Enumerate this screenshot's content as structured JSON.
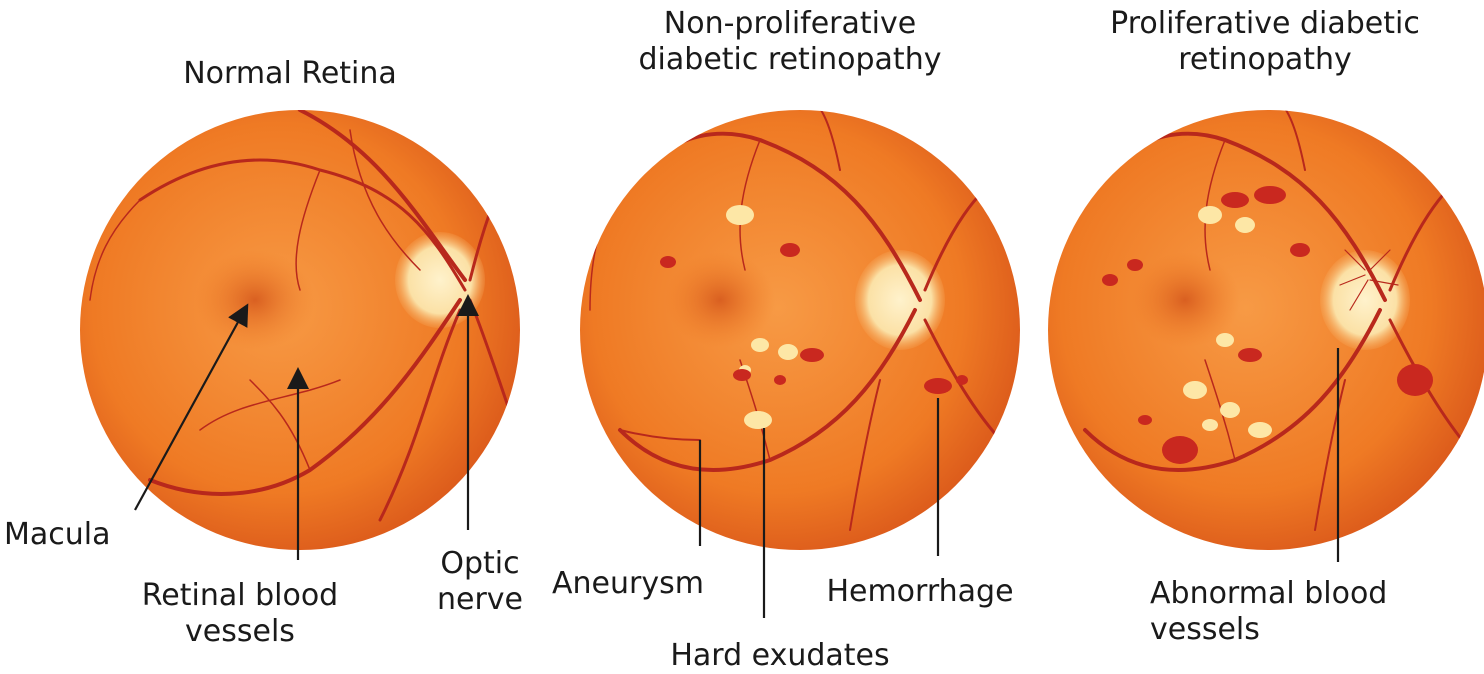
{
  "panels": [
    {
      "title": [
        "Normal Retina"
      ],
      "labels": {
        "macula": "Macula",
        "vessels": [
          "Retinal blood",
          "vessels"
        ],
        "optic": [
          "Optic",
          "nerve"
        ]
      }
    },
    {
      "title": [
        "Non-proliferative",
        "diabetic retinopathy"
      ],
      "labels": {
        "aneurysm": "Aneurysm",
        "exudates": "Hard exudates",
        "hemorrhage": "Hemorrhage"
      }
    },
    {
      "title": [
        "Proliferative diabetic",
        "retinopathy"
      ],
      "labels": {
        "abnormal": [
          "Abnormal blood",
          "vessels"
        ]
      }
    }
  ],
  "colors": {
    "retina_base": "#ef7a24",
    "retina_edge": "#d9561a",
    "vessel": "#b8281c",
    "disc": "#fbe1a6",
    "exudate": "#fde7a6",
    "hemorrhage": "#c9281f",
    "text": "#1a1a1a"
  },
  "icons": [
    "pointer-line",
    "pointer-arrow"
  ]
}
